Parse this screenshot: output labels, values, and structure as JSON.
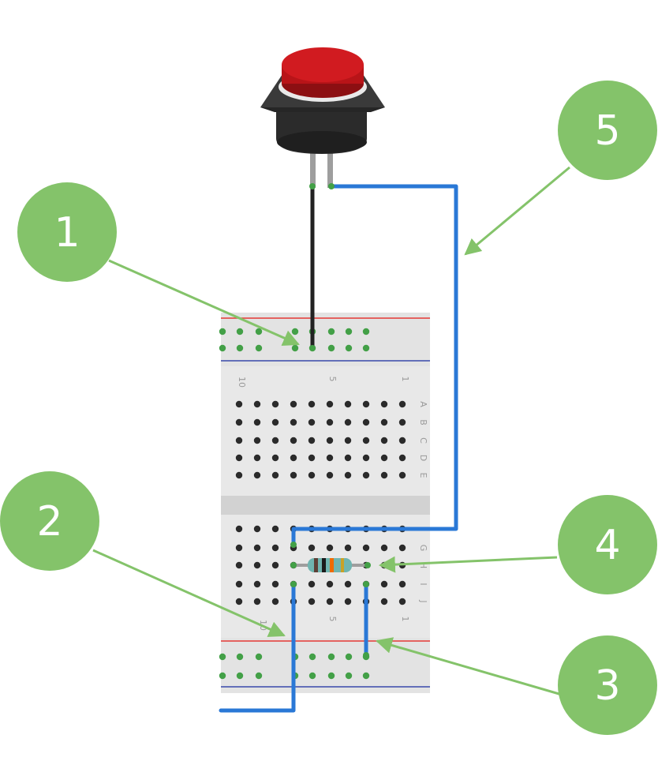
{
  "callouts": [
    {
      "id": "1",
      "label": "1"
    },
    {
      "id": "2",
      "label": "2"
    },
    {
      "id": "3",
      "label": "3"
    },
    {
      "id": "4",
      "label": "4"
    },
    {
      "id": "5",
      "label": "5"
    }
  ],
  "breadboard": {
    "column_numbers": [
      "10",
      "5",
      "1"
    ],
    "row_letters_top": [
      "A",
      "B",
      "C",
      "D",
      "E"
    ],
    "row_letters_bottom": [
      "G",
      "H",
      "I",
      "J"
    ]
  },
  "colors": {
    "callout_fill": "#84c36a",
    "callout_arrow": "#84c36a",
    "wire_blue": "#2a78d6",
    "wire_black": "#222222",
    "button_red": "#c8161b",
    "board": "#e9e9e9",
    "rail_red": "#e53935",
    "rail_blue": "#3949ab"
  }
}
